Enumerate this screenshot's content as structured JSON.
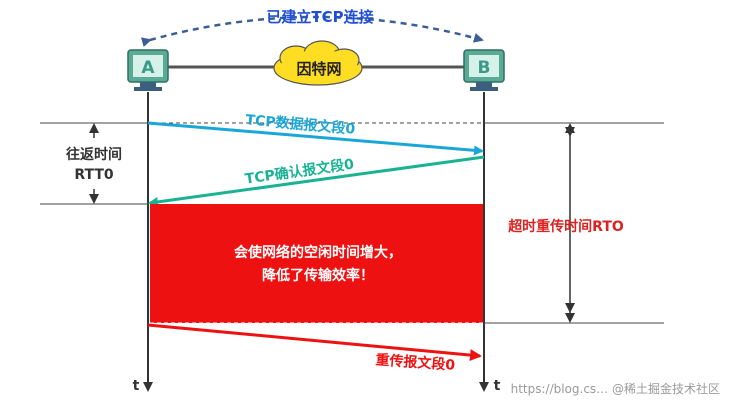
{
  "top_label": "已建立TCP连接",
  "host_a": "A",
  "host_b": "B",
  "internet_label": "因特网",
  "rtt_label_line1": "往返时间",
  "rtt_label_line2": "RTT0",
  "msg_data": "TCP数据报文段0",
  "msg_ack": "TCP确认报文段0",
  "timeout_label": "超时重传时间RTO",
  "idle_text_line1": "会使网络的空闲时间增大，",
  "idle_text_line2": "降低了传输效率！",
  "msg_retransmit": "重传报文段0",
  "time_axis_label": "t",
  "watermark": "https://blog.cs… @稀土掘金技术社区",
  "colors": {
    "blue": "#1aa7d8",
    "teal": "#19b394",
    "red": "#ee1111",
    "dark": "#333333",
    "bar_gray": "#555555",
    "monitor_green": "#5aaa98",
    "cloud_yellow": "#ffdd22",
    "top_text_blue": "#1f4fd6",
    "dash_blue": "#3a5f95",
    "timeout_red": "#dd2222"
  }
}
